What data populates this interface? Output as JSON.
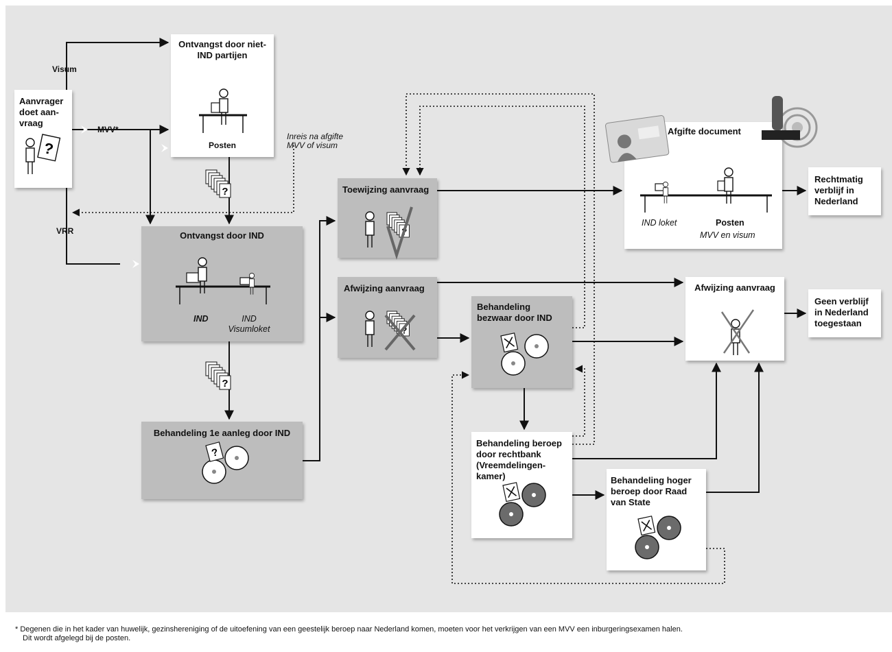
{
  "boxes": {
    "aanvrager": {
      "title": "Aanvrager doet aan-vraag"
    },
    "ontvangst_niet_ind": {
      "title": "Ontvangst door niet-IND partijen",
      "posten": "Posten"
    },
    "ontvangst_ind": {
      "title": "Ontvangst door IND",
      "ind": "IND",
      "visumloket": "IND Visumloket"
    },
    "behandeling_1e": {
      "title": "Behandeling 1e aanleg door IND"
    },
    "toewijzing": {
      "title": "Toewijzing aanvraag"
    },
    "afwijzing": {
      "title": "Afwijzing aanvraag"
    },
    "bezwaar": {
      "title": "Behandeling bezwaar door IND"
    },
    "beroep": {
      "title": "Behandeling beroep door rechtbank (Vreemdelingen-kamer)"
    },
    "hoger_beroep": {
      "title": "Behandeling hoger beroep door Raad van State"
    },
    "afgifte": {
      "title": "Afgifte document",
      "ind_loket": "IND loket",
      "posten": "Posten",
      "mvv_visum": "MVV en visum"
    },
    "afwijzing_eind": {
      "title": "Afwijzing aanvraag"
    },
    "rechtmatig": {
      "title": "Rechtmatig verblijf in Nederland"
    },
    "geen_verblijf": {
      "title": "Geen verblijf in Nederland toegestaan"
    }
  },
  "arrow_labels": {
    "visum": "Visum",
    "mvv": "MVV*",
    "vrr": "VRR",
    "inreis": "Inreis na afgifte MVV of visum"
  },
  "footnote": {
    "line1": "* Degenen die in het kader van huwelijk, gezinshereniging of de uitoefening van een geestelijk beroep naar Nederland komen, moeten voor het verkrijgen van een MVV een inburgeringsexamen halen.",
    "line2": "Dit wordt afgelegd bij de posten."
  },
  "colors": {
    "background": "#e5e5e5",
    "box_grey": "#bdbdbd",
    "box_white": "#ffffff",
    "line": "#111111"
  }
}
